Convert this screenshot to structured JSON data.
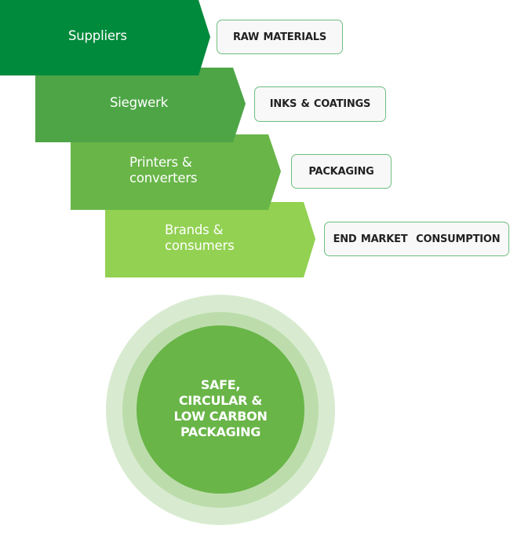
{
  "diagram": {
    "stages": [
      {
        "label": "Suppliers",
        "output": "RAW MATERIALS",
        "color": "#008a3c"
      },
      {
        "label": "Siegwerk",
        "output": "INKS & COATINGS",
        "color": "#4ea546"
      },
      {
        "label": "Printers &\nconverters",
        "output": "PACKAGING",
        "color": "#69b548"
      },
      {
        "label": "Brands &\nconsumers",
        "output": "END MARKET  CONSUMPTION",
        "color": "#92d151"
      }
    ],
    "goal": {
      "text": "SAFE,\nCIRCULAR &\nLOW CARBON\nPACKAGING",
      "ring_colors": [
        "#d8ebd0",
        "#bcddab",
        "#69b548"
      ]
    },
    "box_border_color": "#6dbf80"
  }
}
